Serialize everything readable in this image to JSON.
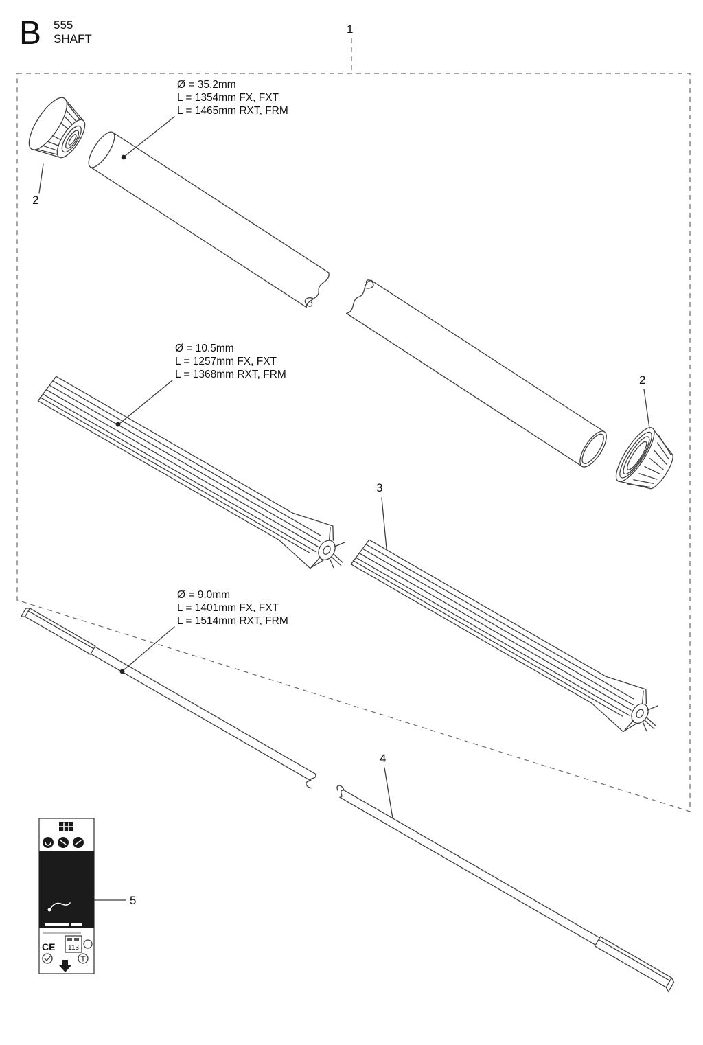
{
  "colors": {
    "ink": "#3f3f3f",
    "text": "#111111",
    "background": "#ffffff"
  },
  "header": {
    "section_letter": "B",
    "model": "555",
    "section_title": "SHAFT"
  },
  "callouts": {
    "item1": "1",
    "item2_left": "2",
    "item2_right": "2",
    "item3": "3",
    "item4": "4",
    "item5": "5"
  },
  "annotations": {
    "outer_tube": {
      "diameter": "Ø = 35.2mm",
      "length_fx": "L = 1354mm FX, FXT",
      "length_rx": "L = 1465mm RXT, FRM"
    },
    "inner_liner": {
      "diameter": "Ø = 10.5mm",
      "length_fx": "L = 1257mm FX, FXT",
      "length_rx": "L = 1368mm RXT, FRM"
    },
    "drive_shaft": {
      "diameter": "Ø = 9.0mm",
      "length_fx": "L = 1401mm FX, FXT",
      "length_rx": "L = 1514mm RXT, FRM"
    }
  },
  "decal": {
    "ce_mark": "CE",
    "spec_number": "113"
  }
}
